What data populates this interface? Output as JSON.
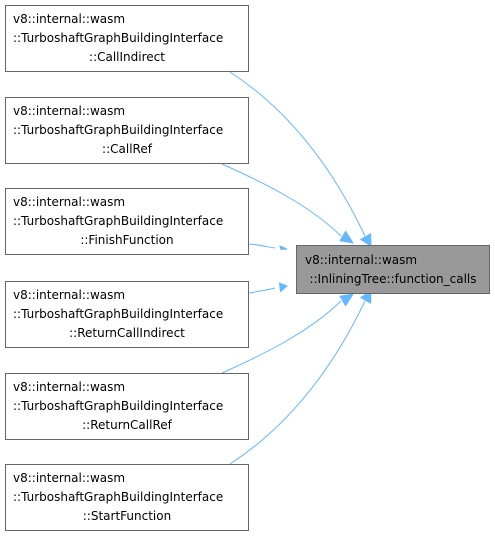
{
  "diagram": {
    "target": {
      "lines": [
        "v8::internal::wasm",
        "::InliningTree::function_calls"
      ]
    },
    "callers": [
      {
        "lines": [
          "v8::internal::wasm",
          "::TurboshaftGraphBuildingInterface",
          "::CallIndirect"
        ]
      },
      {
        "lines": [
          "v8::internal::wasm",
          "::TurboshaftGraphBuildingInterface",
          "::CallRef"
        ]
      },
      {
        "lines": [
          "v8::internal::wasm",
          "::TurboshaftGraphBuildingInterface",
          "::FinishFunction"
        ]
      },
      {
        "lines": [
          "v8::internal::wasm",
          "::TurboshaftGraphBuildingInterface",
          "::ReturnCallIndirect"
        ]
      },
      {
        "lines": [
          "v8::internal::wasm",
          "::TurboshaftGraphBuildingInterface",
          "::ReturnCallRef"
        ]
      },
      {
        "lines": [
          "v8::internal::wasm",
          "::TurboshaftGraphBuildingInterface",
          "::StartFunction"
        ]
      }
    ]
  }
}
